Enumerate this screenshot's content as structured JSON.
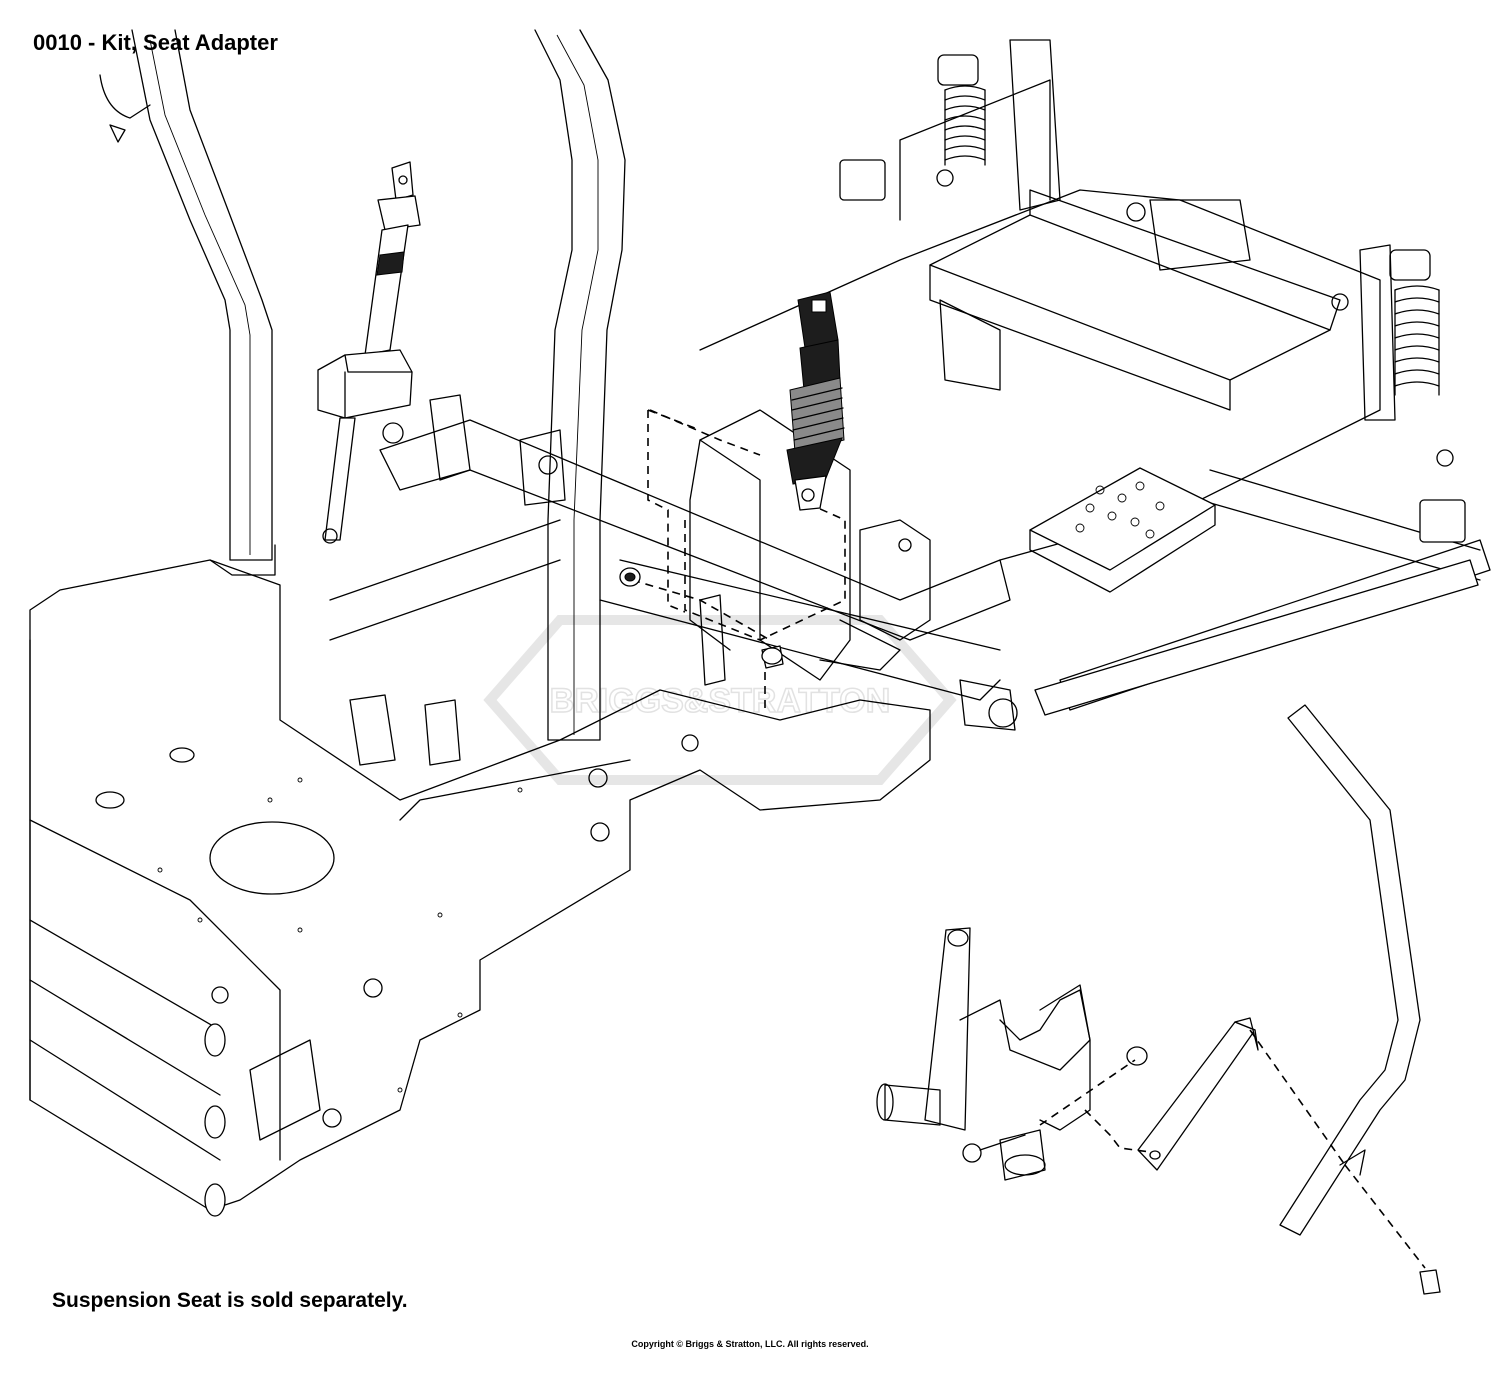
{
  "diagram": {
    "title": "0010 - Kit, Seat Adapter",
    "note": "Suspension Seat is sold separately.",
    "copyright": "Copyright © Briggs & Stratton, LLC. All rights reserved.",
    "watermark": "BRIGGS&STRATTON"
  },
  "icons": {
    "seat_belt_retractor": "seat-belt-retractor-icon",
    "seat_belt_buckle": "seat-belt-buckle-icon",
    "adapter_bracket": "bracket-icon",
    "bolt": "bolt-icon",
    "nut": "nut-icon"
  }
}
